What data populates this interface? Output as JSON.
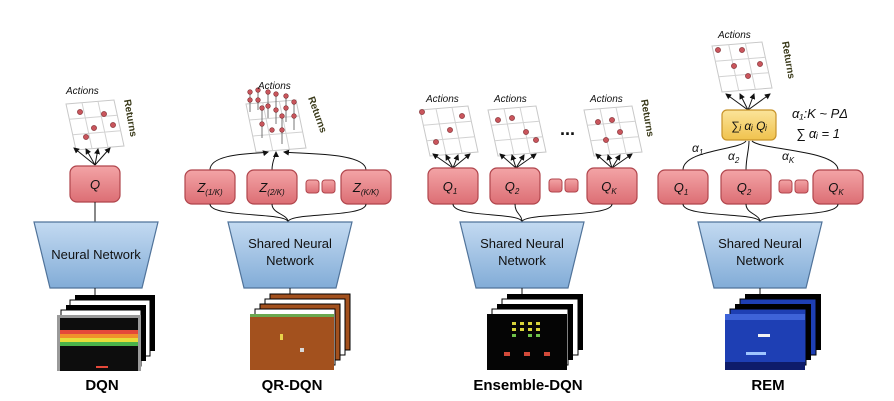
{
  "titles": {
    "dqn": "DQN",
    "qrdqn": "QR-DQN",
    "ensemble": "Ensemble-DQN",
    "rem": "REM"
  },
  "network": {
    "single": "Neural Network",
    "shared_line1": "Shared Neural",
    "shared_line2": "Network"
  },
  "grid_labels": {
    "actions": "Actions",
    "returns": "Returns"
  },
  "dqn": {
    "head": "Q"
  },
  "qrdqn": {
    "heads": [
      {
        "main": "Z",
        "sub": "(1/K)"
      },
      {
        "main": "Z",
        "sub": "(2/K)"
      },
      {
        "main": "Z",
        "sub": "(K/K)"
      }
    ]
  },
  "ensemble": {
    "heads": [
      {
        "main": "Q",
        "sub": "1"
      },
      {
        "main": "Q",
        "sub": "2"
      },
      {
        "main": "Q",
        "sub": "K"
      }
    ],
    "ellipsis": "..."
  },
  "rem": {
    "heads": [
      {
        "main": "Q",
        "sub": "1"
      },
      {
        "main": "Q",
        "sub": "2"
      },
      {
        "main": "Q",
        "sub": "K"
      }
    ],
    "weights": [
      {
        "main": "α",
        "sub": "1"
      },
      {
        "main": "α",
        "sub": "2"
      },
      {
        "main": "α",
        "sub": "K"
      }
    ],
    "combine": "∑ᵢ αᵢ Qᵢ",
    "dist": "α₁:K ~ PΔ",
    "constraint": "∑ αᵢ = 1"
  },
  "colors": {
    "head_fill": "#e8868a",
    "head_stroke": "#b0454c",
    "net_fill": "#9cc0e4",
    "net_stroke": "#50739a",
    "combine_fill": "#f6d46a",
    "combine_stroke": "#c7932a",
    "dot": "#c9555c"
  }
}
